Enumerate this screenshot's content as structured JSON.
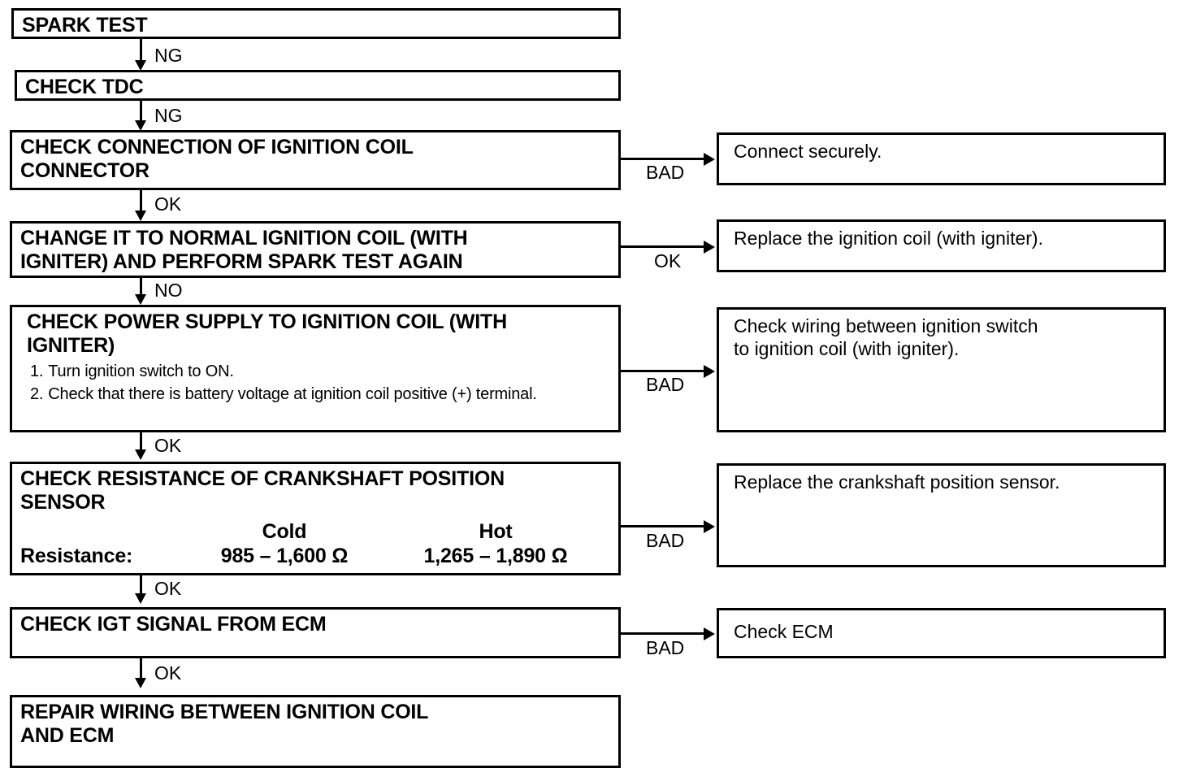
{
  "diagram": {
    "title": "Ignition system troubleshooting flowchart",
    "ink_color": "#000000",
    "background_color": "#ffffff"
  },
  "steps": [
    {
      "id": "spark-test",
      "label": "SPARK TEST"
    },
    {
      "id": "check-tdc",
      "label": "CHECK TDC"
    },
    {
      "id": "check-connection",
      "line1": "CHECK CONNECTION OF IGNITION COIL",
      "line2": "CONNECTOR"
    },
    {
      "id": "change-coil",
      "line1": "CHANGE IT TO NORMAL IGNITION COIL (WITH",
      "line2": "IGNITER) AND PERFORM SPARK TEST AGAIN"
    },
    {
      "id": "check-power-supply",
      "line1": "CHECK POWER SUPPLY TO IGNITION COIL (WITH",
      "line2": "IGNITER)",
      "instructions": [
        {
          "num": "1.",
          "text": "Turn ignition switch to ON."
        },
        {
          "num": "2.",
          "text": "Check that there is battery voltage at ignition coil positive (+) terminal."
        }
      ]
    },
    {
      "id": "check-resistance",
      "line1": "CHECK RESISTANCE OF CRANKSHAFT POSITION",
      "line2": "SENSOR",
      "table": {
        "row_label": "Resistance:",
        "col_cold": "Cold",
        "col_hot": "Hot",
        "value_cold": "985 – 1,600 Ω",
        "value_hot": "1,265 – 1,890 Ω"
      }
    },
    {
      "id": "check-igt-signal",
      "label": "CHECK IGT SIGNAL FROM ECM"
    },
    {
      "id": "repair-wiring",
      "line1": "REPAIR WIRING BETWEEN IGNITION COIL",
      "line2": "AND ECM"
    }
  ],
  "actions": [
    {
      "id": "connect-securely",
      "line1": "Connect securely.",
      "line2": ""
    },
    {
      "id": "replace-ignition-coil",
      "line1": "Replace the ignition coil (with igniter).",
      "line2": ""
    },
    {
      "id": "check-wiring",
      "line1": "Check wiring between ignition switch",
      "line2": "to ignition coil (with igniter)."
    },
    {
      "id": "replace-crank-sensor",
      "line1": "Replace the crankshaft position sensor.",
      "line2": ""
    },
    {
      "id": "check-ecm",
      "line1": "Check ECM",
      "line2": ""
    }
  ],
  "down_labels": [
    {
      "id": "spark-to-tdc",
      "text": "NG"
    },
    {
      "id": "tdc-to-connection",
      "text": "NG"
    },
    {
      "id": "connection-to-change",
      "text": "OK"
    },
    {
      "id": "change-to-power",
      "text": "NO"
    },
    {
      "id": "power-to-resistance",
      "text": "OK"
    },
    {
      "id": "resistance-to-igt",
      "text": "OK"
    },
    {
      "id": "igt-to-repair",
      "text": "OK"
    }
  ],
  "branch_labels": [
    {
      "id": "connection-branch",
      "text": "BAD"
    },
    {
      "id": "change-branch",
      "text": "OK"
    },
    {
      "id": "power-branch",
      "text": "BAD"
    },
    {
      "id": "resistance-branch",
      "text": "BAD"
    },
    {
      "id": "igt-branch",
      "text": "BAD"
    }
  ]
}
